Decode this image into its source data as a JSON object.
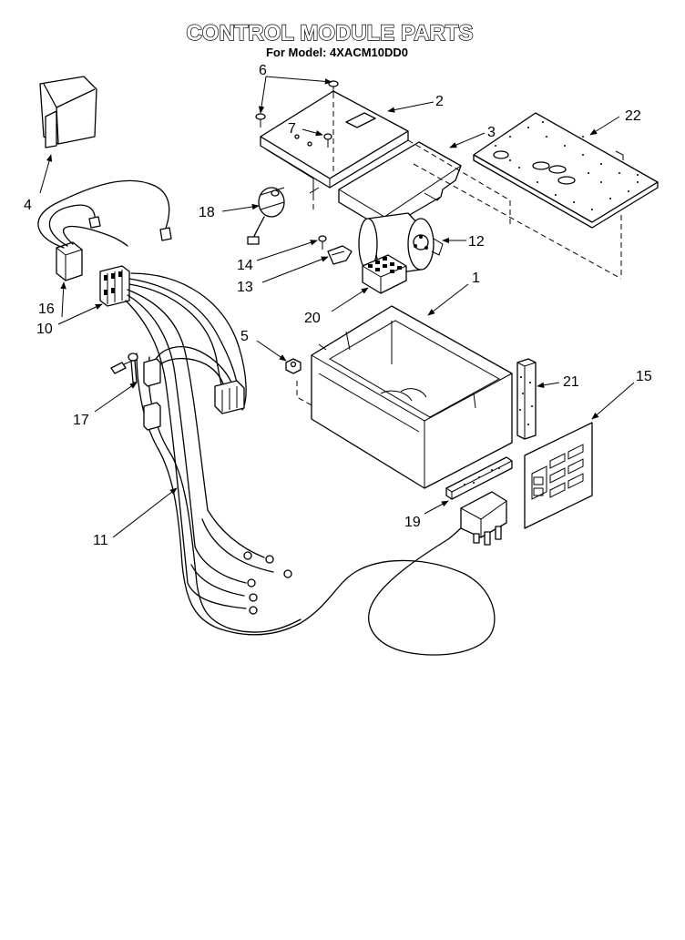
{
  "header": {
    "title": "CONTROL MODULE PARTS",
    "subtitle": "For Model: 4XACM10DD0"
  },
  "callouts": [
    {
      "id": "c1",
      "label": "1"
    },
    {
      "id": "c2",
      "label": "2"
    },
    {
      "id": "c3",
      "label": "3"
    },
    {
      "id": "c4",
      "label": "4"
    },
    {
      "id": "c5",
      "label": "5"
    },
    {
      "id": "c6",
      "label": "6"
    },
    {
      "id": "c7",
      "label": "7"
    },
    {
      "id": "c10",
      "label": "10"
    },
    {
      "id": "c11",
      "label": "11"
    },
    {
      "id": "c12",
      "label": "12"
    },
    {
      "id": "c13",
      "label": "13"
    },
    {
      "id": "c14",
      "label": "14"
    },
    {
      "id": "c15",
      "label": "15"
    },
    {
      "id": "c16",
      "label": "16"
    },
    {
      "id": "c17",
      "label": "17"
    },
    {
      "id": "c18",
      "label": "18"
    },
    {
      "id": "c19",
      "label": "19"
    },
    {
      "id": "c20",
      "label": "20"
    },
    {
      "id": "c21",
      "label": "21"
    },
    {
      "id": "c22",
      "label": "22"
    }
  ]
}
